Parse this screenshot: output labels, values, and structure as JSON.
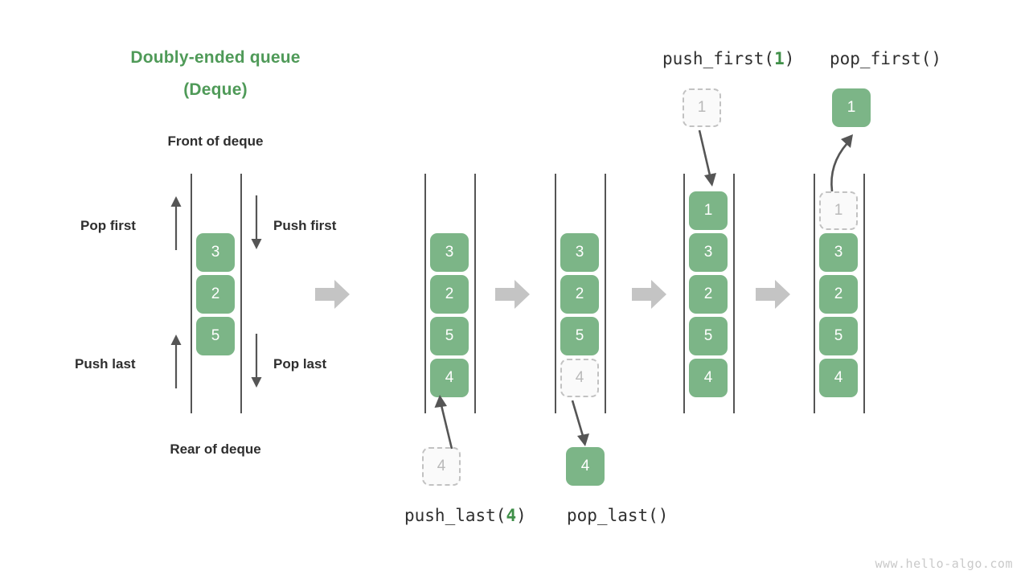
{
  "diagram": {
    "title_line1": "Doubly-ended queue",
    "title_line2": "(Deque)",
    "front_label": "Front of deque",
    "rear_label": "Rear of deque",
    "watermark": "www.hello-algo.com",
    "accent_green": "#4f9a58",
    "cell_green": "#7cb587",
    "ghost_gray": "#c2c2c2",
    "arrow_gray": "#c4c4c4",
    "text_dark": "#2e2e2e"
  },
  "legend_ops": {
    "pop_first": "Pop first",
    "push_first": "Push first",
    "push_last": "Push last",
    "pop_last": "Pop last"
  },
  "operations": {
    "push_last": {
      "name": "push_last(",
      "arg": "4",
      "close": ")"
    },
    "pop_last": {
      "name": "pop_last()",
      "arg": "",
      "close": ""
    },
    "push_first": {
      "name": "push_first(",
      "arg": "1",
      "close": ")"
    },
    "pop_first": {
      "name": "pop_first()",
      "arg": "",
      "close": ""
    }
  },
  "chart_data": {
    "type": "diagram",
    "title": "Doubly-ended queue (Deque)",
    "columns": [
      {
        "id": "col-initial",
        "caption": "",
        "cells": [
          {
            "value": "3",
            "state": "filled"
          },
          {
            "value": "2",
            "state": "filled"
          },
          {
            "value": "5",
            "state": "filled"
          }
        ],
        "external_cell": null
      },
      {
        "id": "col-push-last",
        "caption": "push_last(4)",
        "cells": [
          {
            "value": "3",
            "state": "filled"
          },
          {
            "value": "2",
            "state": "filled"
          },
          {
            "value": "5",
            "state": "filled"
          },
          {
            "value": "4",
            "state": "filled"
          }
        ],
        "external_cell": {
          "value": "4",
          "state": "ghost",
          "position": "below",
          "arrow": "up-into-deque"
        }
      },
      {
        "id": "col-pop-last",
        "caption": "pop_last()",
        "cells": [
          {
            "value": "3",
            "state": "filled"
          },
          {
            "value": "2",
            "state": "filled"
          },
          {
            "value": "5",
            "state": "filled"
          },
          {
            "value": "4",
            "state": "ghost"
          }
        ],
        "external_cell": {
          "value": "4",
          "state": "filled",
          "position": "below",
          "arrow": "down-out-of-deque"
        }
      },
      {
        "id": "col-push-first",
        "caption": "push_first(1)",
        "cells": [
          {
            "value": "1",
            "state": "filled"
          },
          {
            "value": "3",
            "state": "filled"
          },
          {
            "value": "2",
            "state": "filled"
          },
          {
            "value": "5",
            "state": "filled"
          },
          {
            "value": "4",
            "state": "filled"
          }
        ],
        "external_cell": {
          "value": "1",
          "state": "ghost",
          "position": "above",
          "arrow": "down-into-deque"
        }
      },
      {
        "id": "col-pop-first",
        "caption": "pop_first()",
        "cells": [
          {
            "value": "1",
            "state": "ghost"
          },
          {
            "value": "3",
            "state": "filled"
          },
          {
            "value": "2",
            "state": "filled"
          },
          {
            "value": "5",
            "state": "filled"
          },
          {
            "value": "4",
            "state": "filled"
          }
        ],
        "external_cell": {
          "value": "1",
          "state": "filled",
          "position": "above",
          "arrow": "up-out-of-deque"
        }
      }
    ],
    "step_arrow_count": 4,
    "annotations": [
      "Pop first (upward, front side)",
      "Push first (downward, front side)",
      "Push last (upward, rear side)",
      "Pop last (downward, rear side)"
    ]
  },
  "cells": {
    "c1": {
      "a": "3",
      "b": "2",
      "c": "5"
    },
    "c2": {
      "a": "3",
      "b": "2",
      "c": "5",
      "d": "4",
      "ext": "4"
    },
    "c3": {
      "a": "3",
      "b": "2",
      "c": "5",
      "d": "4",
      "ext": "4"
    },
    "c4": {
      "a": "1",
      "b": "3",
      "c": "2",
      "d": "5",
      "e": "4",
      "ext": "1"
    },
    "c5": {
      "a": "1",
      "b": "3",
      "c": "2",
      "d": "5",
      "e": "4",
      "ext": "1"
    }
  }
}
